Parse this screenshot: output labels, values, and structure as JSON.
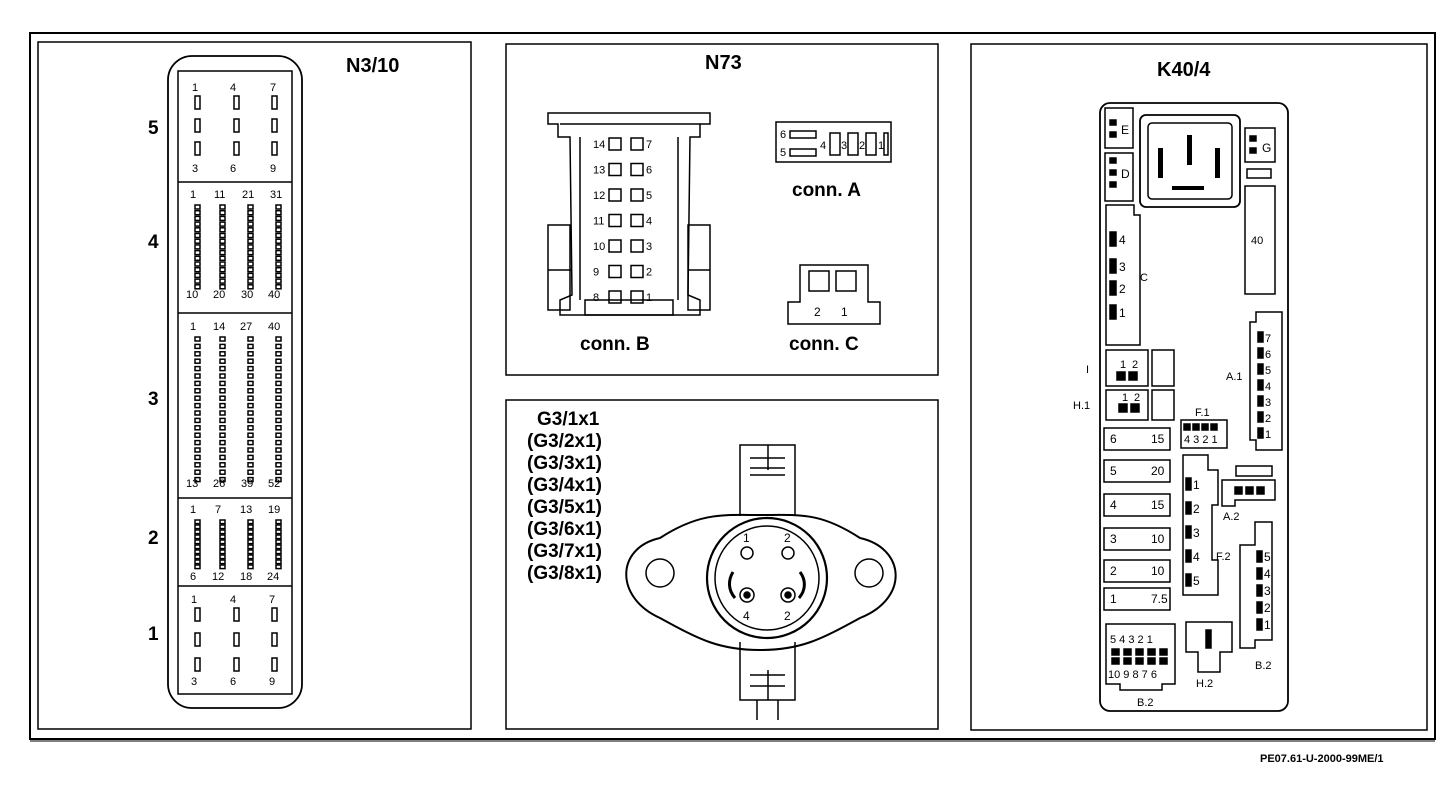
{
  "footer": {
    "code": "PE07.61-U-2000-99ME/1"
  },
  "n310": {
    "title": "N3/10",
    "rows": [
      {
        "num": "5",
        "labels": [
          "1",
          "4",
          "7",
          "3",
          "6",
          "9"
        ]
      },
      {
        "num": "4",
        "labels": [
          "1",
          "11",
          "21",
          "31",
          "10",
          "20",
          "30",
          "40"
        ]
      },
      {
        "num": "3",
        "labels": [
          "1",
          "14",
          "27",
          "40",
          "13",
          "26",
          "39",
          "52"
        ]
      },
      {
        "num": "2",
        "labels": [
          "1",
          "7",
          "13",
          "19",
          "6",
          "12",
          "18",
          "24"
        ]
      },
      {
        "num": "1",
        "labels": [
          "1",
          "4",
          "7",
          "3",
          "6",
          "9"
        ]
      }
    ]
  },
  "n73": {
    "title": "N73",
    "conn_a": {
      "label": "conn. A",
      "pins": [
        "6",
        "5",
        "4",
        "3",
        "2",
        "1"
      ]
    },
    "conn_b": {
      "label": "conn. B",
      "left_pins": [
        "14",
        "13",
        "12",
        "11",
        "10",
        "9",
        "8"
      ],
      "right_pins": [
        "7",
        "6",
        "5",
        "4",
        "3",
        "2",
        "1"
      ]
    },
    "conn_c": {
      "label": "conn. C",
      "pins": [
        "2",
        "1"
      ]
    }
  },
  "g3": {
    "titles": [
      "G3/1x1",
      "(G3/2x1)",
      "(G3/3x1)",
      "(G3/4x1)",
      "(G3/5x1)",
      "(G3/6x1)",
      "(G3/7x1)",
      "(G3/8x1)"
    ],
    "pins": [
      "1",
      "2",
      "4",
      "2"
    ]
  },
  "k404": {
    "title": "K40/4",
    "labels": {
      "e": "E",
      "d": "D",
      "g": "G",
      "c": "C",
      "relay40": "40",
      "i": "I",
      "h1": "H.1",
      "a1": "A.1",
      "f1": "F.1",
      "a2": "A.2",
      "f2": "F.2",
      "b2a": "B.2",
      "b2b": "B.2",
      "h2": "H.2"
    },
    "c_pins": [
      "4",
      "3",
      "2",
      "1"
    ],
    "i_pins": [
      "1",
      "2"
    ],
    "h1_pins": [
      "1",
      "2"
    ],
    "a1_pins": [
      "7",
      "6",
      "5",
      "4",
      "3",
      "2",
      "1"
    ],
    "f1_pins": "4 3 2 1",
    "f2_pins": [
      "1",
      "2",
      "3",
      "4",
      "5"
    ],
    "b2_right_pins": [
      "5",
      "4",
      "3",
      "2",
      "1"
    ],
    "b2_bottom_top": "5 4 3 2 1",
    "b2_bottom_bot": "10 9 8 7 6",
    "fuses": [
      {
        "num": "6",
        "amp": "15"
      },
      {
        "num": "5",
        "amp": "20"
      },
      {
        "num": "4",
        "amp": "15"
      },
      {
        "num": "3",
        "amp": "10"
      },
      {
        "num": "2",
        "amp": "10"
      },
      {
        "num": "1",
        "amp": "7.5"
      }
    ]
  }
}
